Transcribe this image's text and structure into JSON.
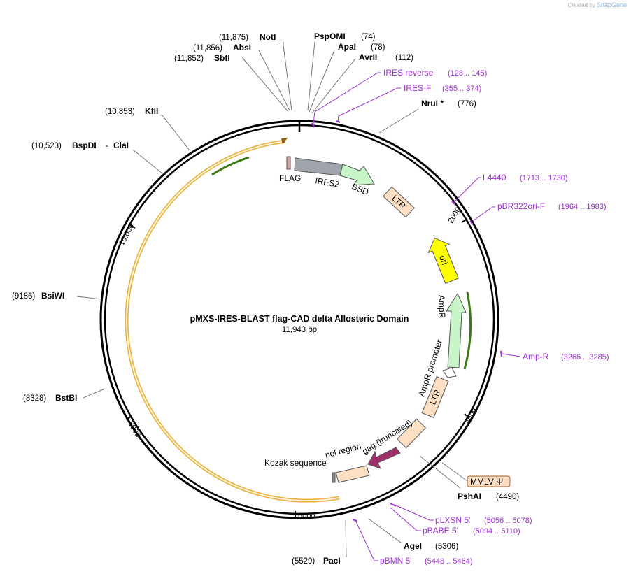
{
  "credit": {
    "prefix": "Created by",
    "brand": "SnapGene"
  },
  "plasmid": {
    "name": "pMXS-IRES-BLAST flag-CAD delta Allosteric Domain",
    "size": "11,943 bp"
  },
  "ticks": [
    "2000",
    "4000",
    "6000",
    "8000",
    "10,000"
  ],
  "enzymes": [
    {
      "pos": "(11,875)",
      "name": "NotI"
    },
    {
      "pos": "(11,856)",
      "name": "AbsI"
    },
    {
      "pos": "(11,852)",
      "name": "SbfI"
    },
    {
      "pos": "(74)",
      "name": "PspOMI"
    },
    {
      "pos": "(78)",
      "name": "ApaI"
    },
    {
      "pos": "(112)",
      "name": "AvrII"
    },
    {
      "pos": "(776)",
      "name": "NruI *"
    },
    {
      "pos": "(10,853)",
      "name": "KflI"
    },
    {
      "pos": "(10,523)",
      "name": "BspDI",
      "name2": "ClaI"
    },
    {
      "pos": "(9186)",
      "name": "BsiWI"
    },
    {
      "pos": "(8328)",
      "name": "BstBI"
    },
    {
      "pos": "(4490)",
      "name": "PshAI"
    },
    {
      "pos": "(5306)",
      "name": "AgeI"
    },
    {
      "pos": "(5529)",
      "name": "PacI"
    }
  ],
  "primers": [
    {
      "name": "IRES reverse",
      "range": "(128 .. 145)"
    },
    {
      "name": "IRES-F",
      "range": "(355 .. 374)"
    },
    {
      "name": "L4440",
      "range": "(1713 .. 1730)"
    },
    {
      "name": "pBR322ori-F",
      "range": "(1964 .. 1983)"
    },
    {
      "name": "Amp-R",
      "range": "(3266 .. 3285)"
    },
    {
      "name": "pLXSN 5'",
      "range": "(5056 .. 5078)"
    },
    {
      "name": "pBABE 5'",
      "range": "(5094 .. 5110)"
    },
    {
      "name": "pBMN 5'",
      "range": "(5448 .. 5464)"
    }
  ],
  "features": {
    "flag": "FLAG",
    "ires2": "IRES2",
    "bsd": "BSD",
    "ltr_top": "LTR",
    "ori": "ori",
    "ampr": "AmpR",
    "ampr_promoter": "AmpR promoter",
    "ltr_bottom": "LTR",
    "gag": "gag (truncated)",
    "pol": "pol region",
    "kozak": "Kozak sequence",
    "mmlv": "MMLV Ψ"
  },
  "colors": {
    "primer": "#9b30d0",
    "ltr": "#fde0c4",
    "ori": "#ffff00",
    "ampr": "#c8f5c8",
    "ires2": "#a0a5ab",
    "gag": "#a0306a",
    "orf_ring": "#f0c050"
  }
}
